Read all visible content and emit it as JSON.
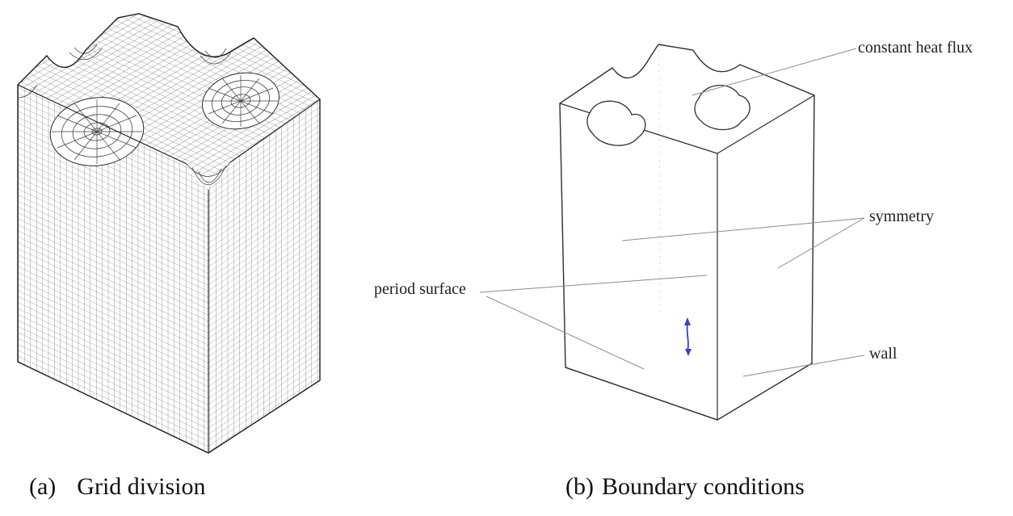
{
  "figure": {
    "background_color": "#ffffff",
    "caption_a": {
      "marker": "(a)",
      "text": "Grid division"
    },
    "caption_b": {
      "marker": "(b)",
      "text": "Boundary conditions"
    },
    "panel_b_labels": {
      "heat_flux": "constant heat flux",
      "symmetry": "symmetry",
      "period_surface": "period surface",
      "wall": "wall"
    },
    "colors": {
      "arrow": "#3742c8",
      "mesh_line": "#4a4a4a",
      "outline": "#1c1c1c",
      "leader_line": "#8c8c8c",
      "label_text": "#1f1f1f"
    }
  }
}
